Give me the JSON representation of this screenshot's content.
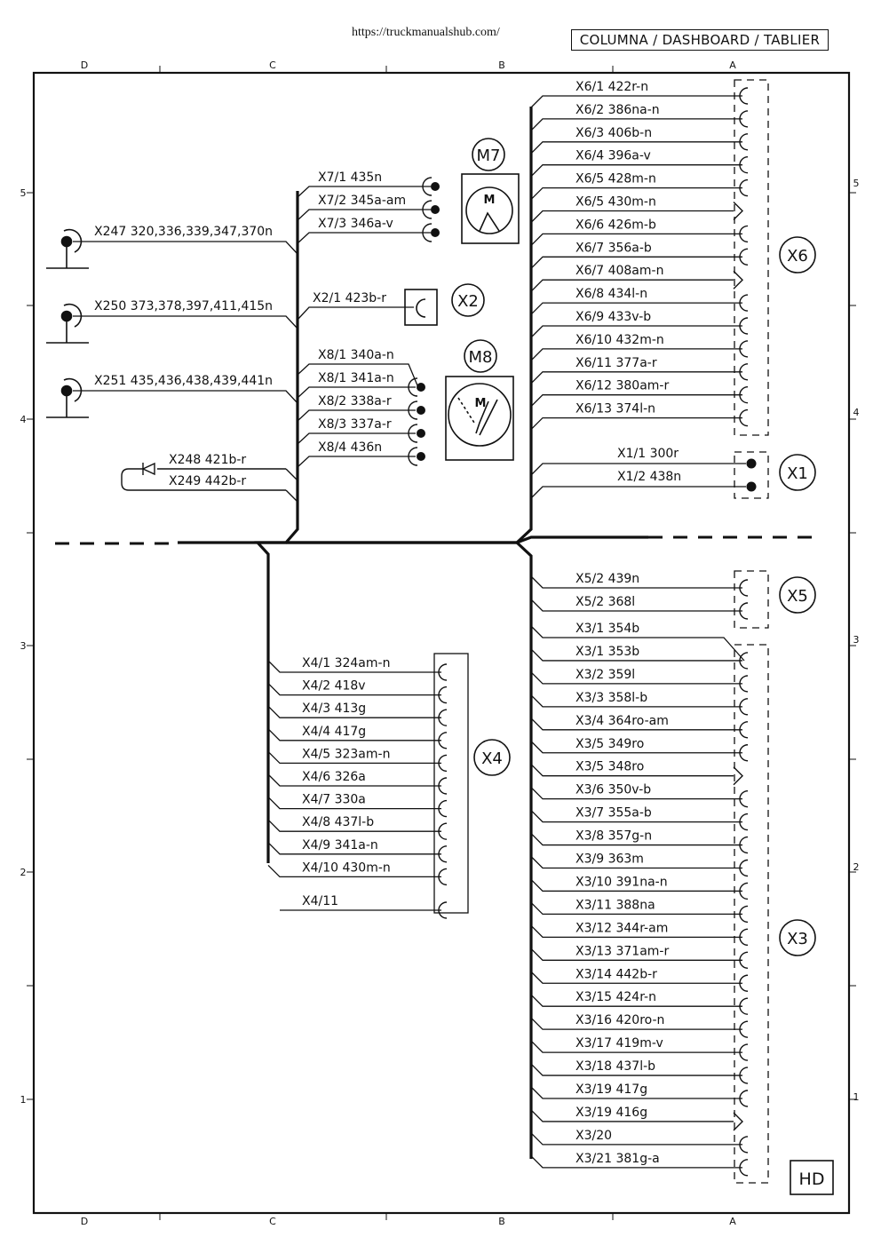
{
  "header": {
    "url": "https://truckmanualshub.com/",
    "title": "COLUMNA / DASHBOARD / TABLIER"
  },
  "border": {
    "cols": [
      "D",
      "C",
      "B",
      "A"
    ],
    "rows": [
      "5",
      "4",
      "3",
      "2",
      "1"
    ]
  },
  "connectors": {
    "x6": "X6",
    "x1": "X1",
    "x5": "X5",
    "x3": "X3",
    "x4": "X4",
    "x2": "X2",
    "m7": "M7",
    "m8": "M8",
    "motor": "M"
  },
  "left_wires": {
    "x247": "X247  320,336,339,347,370n",
    "x250": "X250  373,378,397,411,415n",
    "x251": "X251  435,436,438,439,441n",
    "x248": "X248  421b-r",
    "x249": "X249  442b-r"
  },
  "m7_wires": [
    "X7/1  435n",
    "X7/2  345a-am",
    "X7/3  346a-v"
  ],
  "x2_wire": "X2/1  423b-r",
  "m8_wires": [
    "X8/1  340a-n",
    "X8/1  341a-n",
    "X8/2  338a-r",
    "X8/3  337a-r",
    "X8/4  436n"
  ],
  "x6_wires": [
    "X6/1  422r-n",
    "X6/2  386na-n",
    "X6/3  406b-n",
    "X6/4  396a-v",
    "X6/5  428m-n",
    "X6/5  430m-n",
    "X6/6  426m-b",
    "X6/7  356a-b",
    "X6/7  408am-n",
    "X6/8  434l-n",
    "X6/9  433v-b",
    "X6/10  432m-n",
    "X6/11  377a-r",
    "X6/12  380am-r",
    "X6/13  374l-n"
  ],
  "x1_wires": [
    "X1/1  300r",
    "X1/2  438n"
  ],
  "x5_wires": [
    "X5/2  439n",
    "X5/2  368l"
  ],
  "x3_wires": [
    "X3/1  354b",
    "X3/1  353b",
    "X3/2  359l",
    "X3/3  358l-b",
    "X3/4  364ro-am",
    "X3/5  349ro",
    "X3/5  348ro",
    "X3/6  350v-b",
    "X3/7  355a-b",
    "X3/8  357g-n",
    "X3/9  363m",
    "X3/10  391na-n",
    "X3/11  388na",
    "X3/12  344r-am",
    "X3/13  371am-r",
    "X3/14  442b-r",
    "X3/15  424r-n",
    "X3/16  420ro-n",
    "X3/17  419m-v",
    "X3/18  437l-b",
    "X3/19  417g",
    "X3/19  416g",
    "X3/20",
    "X3/21  381g-a"
  ],
  "x4_wires": [
    "X4/1  324am-n",
    "X4/2  418v",
    "X4/3  413g",
    "X4/4  417g",
    "X4/5  323am-n",
    "X4/6  326a",
    "X4/7  330a",
    "X4/8  437l-b",
    "X4/9  341a-n",
    "X4/10  430m-n",
    "X4/11"
  ],
  "footer": {
    "badge": "HD"
  }
}
